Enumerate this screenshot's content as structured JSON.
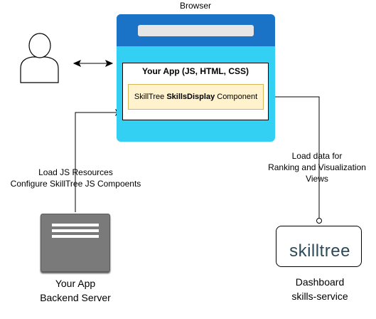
{
  "browser": {
    "title": "Browser"
  },
  "app": {
    "title": "Your App (JS, HTML, CSS)",
    "component_prefix": "SkillTree",
    "component_bold": "SkillsDisplay",
    "component_suffix": "Component"
  },
  "edges": {
    "load_js": [
      "Load JS Resources",
      "Configure SkillTree JS Compoents"
    ],
    "load_data": [
      "Load data for",
      "Ranking and Visualization",
      "Views"
    ]
  },
  "server": {
    "label": [
      "Your App",
      "Backend Server"
    ]
  },
  "skilltree": {
    "logo_text": "skilltree",
    "logo_colors": [
      "#e8542a",
      "#f39c23",
      "#2c9b8f",
      "#1f6e8c"
    ],
    "label": [
      "Dashboard",
      "skills-service"
    ]
  },
  "icons": {
    "user": "user-icon",
    "server": "server-icon",
    "logo": "skilltree-logo-icon"
  }
}
